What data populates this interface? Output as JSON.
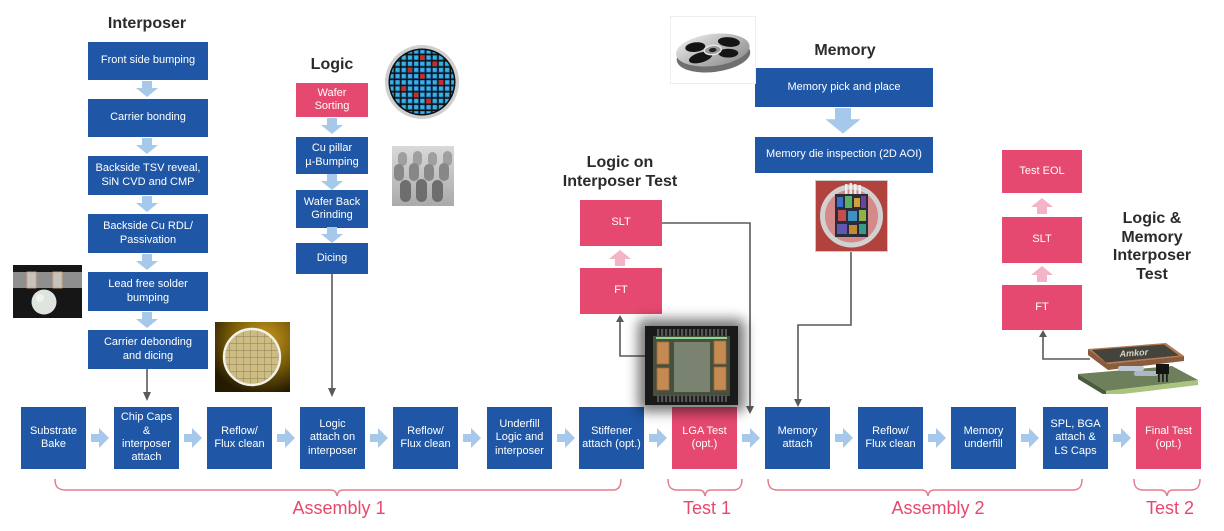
{
  "headings": {
    "interposer": "Interposer",
    "logic": "Logic",
    "memory": "Memory",
    "logic_on_interposer_test": "Logic on\nInterposer Test",
    "logic_memory_interposer_test": "Logic &\nMemory\nInterposer Test"
  },
  "interposer_steps": [
    "Front side bumping",
    "Carrier bonding",
    "Backside TSV reveal,\nSiN CVD and CMP",
    "Backside Cu RDL/\nPassivation",
    "Lead free solder\nbumping",
    "Carrier debonding\nand dicing"
  ],
  "logic_steps": [
    "Wafer\nSorting",
    "Cu pillar\nµ-Bumping",
    "Wafer Back\nGrinding",
    "Dicing"
  ],
  "memory_steps": [
    "Memory pick and place",
    "Memory die inspection (2D AOI)"
  ],
  "logic_on_interposer_test_steps": {
    "slt": "SLT",
    "ft": "FT"
  },
  "logic_memory_interposer_test_steps": {
    "test_eol": "Test EOL",
    "slt": "SLT",
    "ft": "FT"
  },
  "assembly_steps": [
    "Substrate\nBake",
    "Chip Caps\n&\ninterposer\nattach",
    "Reflow/\nFlux clean",
    "Logic\nattach on\ninterposer",
    "Reflow/\nFlux clean",
    "Underfill\nLogic and\ninterposer",
    "Stiffener\nattach (opt.)",
    "LGA Test\n(opt.)",
    "Memory\nattach",
    "Reflow/\nFlux clean",
    "Memory\nunderfill",
    "SPL, BGA\nattach &\nLS Caps",
    "Final Test\n(opt.)"
  ],
  "phase_labels": {
    "assembly1": "Assembly 1",
    "test1": "Test 1",
    "assembly2": "Assembly 2",
    "test2": "Test 2"
  },
  "images": {
    "amkor_chip_label": "Amkor"
  },
  "colors": {
    "process_box_blue": "#1F57A6",
    "test_box_pink": "#E5496F",
    "flow_arrow_blue": "#A6C8EB",
    "flow_arrow_pink": "#F3B4C5",
    "connector_gray": "#5A5A5A",
    "brace_pink": "#E57C8D",
    "phase_label_pink": "#E8486B",
    "heading_text": "#2B2B2B",
    "box_text": "#FFFFFF"
  }
}
